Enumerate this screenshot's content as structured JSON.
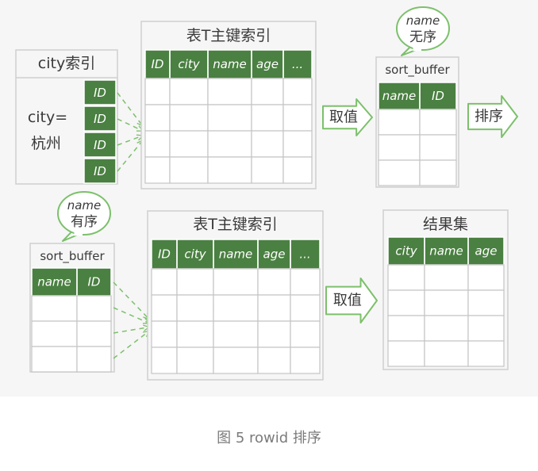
{
  "top": {
    "city_index": {
      "title": "city索引",
      "key_line1": "city=",
      "key_line2": "杭州",
      "id_cells": [
        "ID",
        "ID",
        "ID",
        "ID"
      ]
    },
    "primary_index": {
      "title": "表T主键索引",
      "headers": [
        "ID",
        "city",
        "name",
        "age",
        "..."
      ],
      "body_rows": 4
    },
    "fetch_arrow": "取值",
    "bubble": {
      "line1": "name",
      "line2": "无序"
    },
    "sort_buffer": {
      "title": "sort_buffer",
      "headers": [
        "name",
        "ID"
      ],
      "body_rows": 3
    },
    "sort_arrow": "排序"
  },
  "bottom": {
    "bubble": {
      "line1": "name",
      "line2": "有序"
    },
    "sort_buffer": {
      "title": "sort_buffer",
      "headers": [
        "name",
        "ID"
      ],
      "body_rows": 3
    },
    "primary_index": {
      "title": "表T主键索引",
      "headers": [
        "ID",
        "city",
        "name",
        "age",
        "..."
      ],
      "body_rows": 4
    },
    "fetch_arrow": "取值",
    "result": {
      "title": "结果集",
      "headers": [
        "city",
        "name",
        "age"
      ],
      "body_rows": 4
    }
  },
  "caption": "图 5 rowid 排序",
  "colors": {
    "header_green": "#4a8041",
    "arrow_green": "#7cc06b",
    "panel_bg": "#f6f6f6",
    "grid_line": "#c4c4c4",
    "frame_line": "#cfcfcf",
    "text_dark": "#3a3a3a"
  }
}
